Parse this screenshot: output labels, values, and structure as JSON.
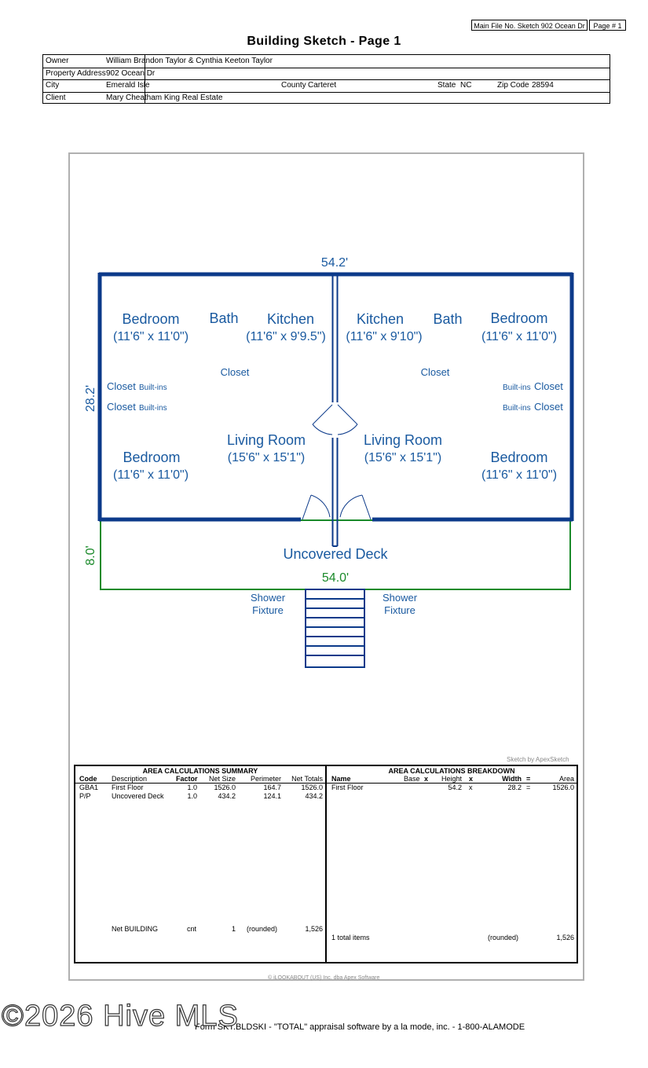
{
  "file": {
    "main_file_label": "Main File No. Sketch 902 Ocean Dr",
    "page_label": "Page # 1"
  },
  "title": "Building Sketch - Page 1",
  "header": {
    "owner_label": "Owner",
    "owner": "William Brandon Taylor & Cynthia Keeton Taylor",
    "address_label": "Property Address",
    "address": "902 Ocean Dr",
    "city_label": "City",
    "city": "Emerald Isle",
    "county_label": "County",
    "county": "Carteret",
    "state_label": "State",
    "state": "NC",
    "zip_label": "Zip Code",
    "zip": "28594",
    "client_label": "Client",
    "client": "Mary Cheatham King Real Estate"
  },
  "sketch": {
    "top_dim": "54.2'",
    "left_dim": "28.2'",
    "deck_side_dim": "8.0'",
    "deck_dim": "54.0'",
    "rooms": {
      "bedroom": "Bedroom",
      "bath": "Bath",
      "kitchen": "Kitchen",
      "living": "Living Room",
      "closet": "Closet",
      "builtins": "Built-ins",
      "bed_size": "(11'6\" x 11'0\")",
      "kitchen_left_size": "(11'6\" x 9'9.5\")",
      "kitchen_right_size": "(11'6\" x 9'10\")",
      "living_size": "(15'6\" x 15'1\")"
    },
    "deck_label": "Uncovered Deck",
    "shower": [
      "Shower",
      "Fixture"
    ],
    "credit": "Sketch by ApexSketch",
    "colors": {
      "building": "#0c3a8a",
      "deck": "#1a8a2a",
      "text": "#1a5aa0"
    }
  },
  "summary": {
    "title": "AREA CALCULATIONS SUMMARY",
    "headers": [
      "Code",
      "Description",
      "Factor",
      "Net Size",
      "Perimeter",
      "Net Totals"
    ],
    "rows": [
      [
        "GBA1",
        "First Floor",
        "1.0",
        "1526.0",
        "164.7",
        "1526.0"
      ],
      [
        "P/P",
        "Uncovered Deck",
        "1.0",
        "434.2",
        "124.1",
        "434.2"
      ]
    ],
    "net": [
      "Net BUILDING",
      "cnt",
      "1",
      "(rounded)",
      "1,526"
    ]
  },
  "breakdown": {
    "title": "AREA CALCULATIONS BREAKDOWN",
    "headers": [
      "Name",
      "Base",
      "x",
      "Height",
      "x",
      "Width",
      "=",
      "Area"
    ],
    "rows": [
      [
        "First Floor",
        "",
        "",
        "54.2",
        "x",
        "28.2",
        "=",
        "1526.0"
      ]
    ],
    "total": [
      "1 total items",
      "(rounded)",
      "1,526"
    ]
  },
  "copyright": "© iLOOKABOUT (US) Inc. dba Apex Software",
  "watermark": "©2026 Hive MLS",
  "footer": "Form SKT.BLDSKI - \"TOTAL\" appraisal software by a la mode, inc. - 1-800-ALAMODE"
}
